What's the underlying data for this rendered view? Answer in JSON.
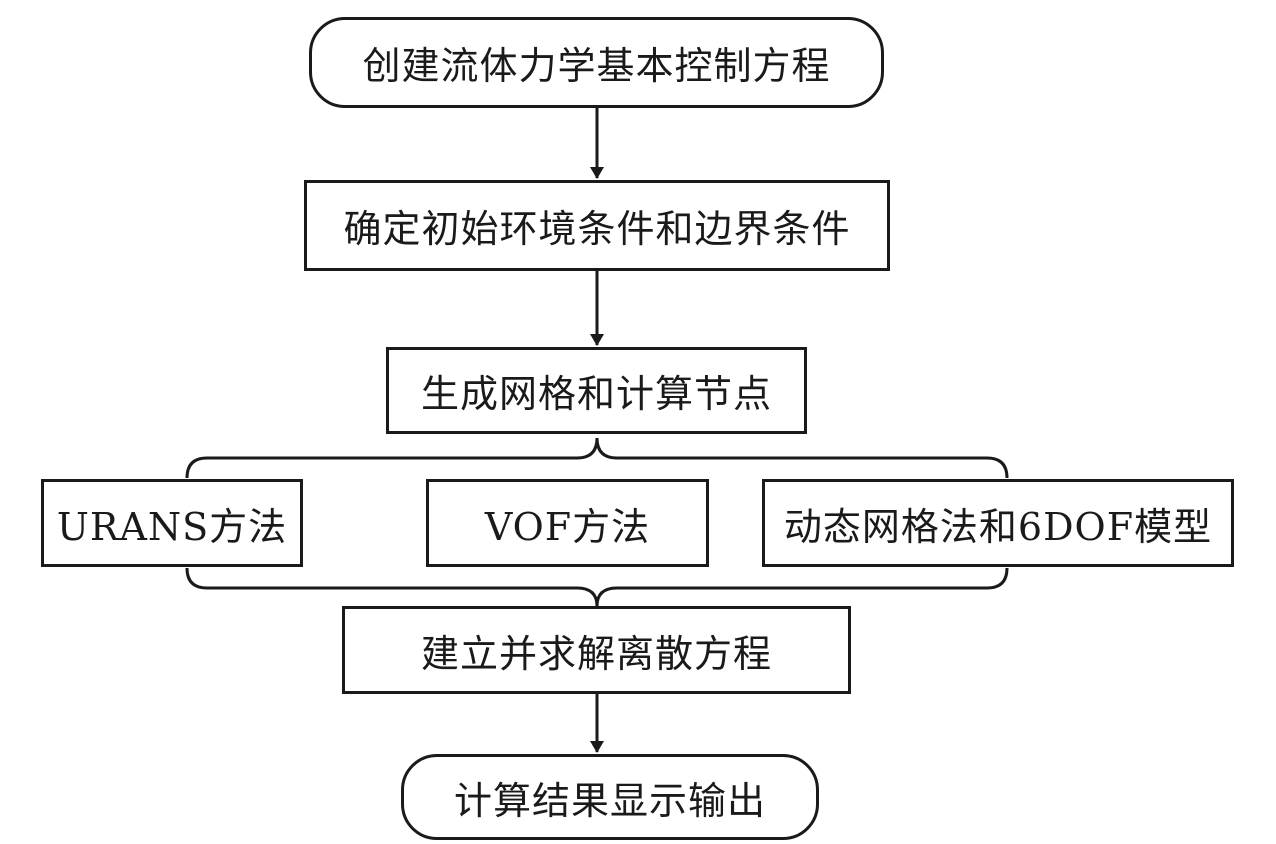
{
  "flowchart": {
    "nodes": {
      "start": "创建流体力学基本控制方程",
      "conditions": "确定初始环境条件和边界条件",
      "mesh": "生成网格和计算节点",
      "urans": "URANS方法",
      "vof": "VOF方法",
      "dynamic_mesh": "动态网格法和6DOF模型",
      "solve": "建立并求解离散方程",
      "output": "计算结果显示输出"
    }
  },
  "colors": {
    "stroke": "#1a1a1a",
    "background": "#ffffff"
  }
}
